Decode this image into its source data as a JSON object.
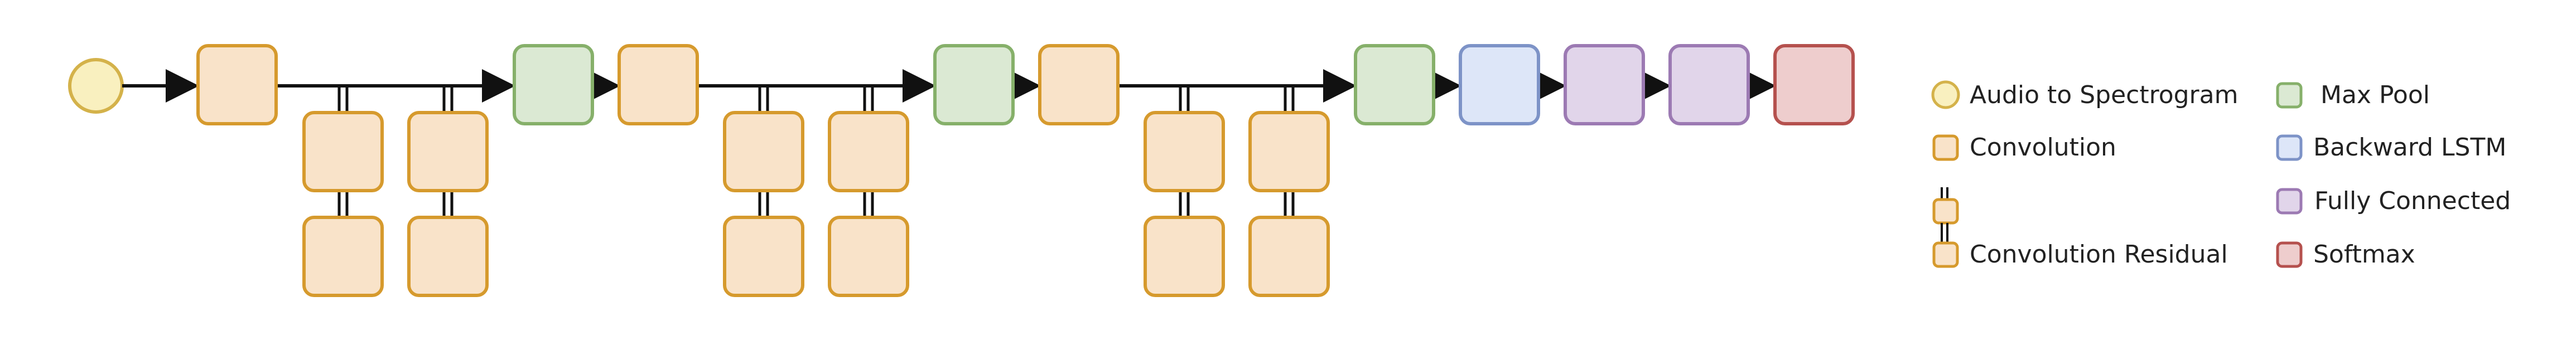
{
  "colors": {
    "audio": {
      "fill": "#f9f0bf",
      "stroke": "#d4b24a"
    },
    "convolution": {
      "fill": "#f9e3c9",
      "stroke": "#d69a2d"
    },
    "max_pool": {
      "fill": "#dbe9d3",
      "stroke": "#86b06a"
    },
    "backward_lstm": {
      "fill": "#dde6f8",
      "stroke": "#7d93c7"
    },
    "fully_connected": {
      "fill": "#e1d5ea",
      "stroke": "#9c7ab3"
    },
    "softmax": {
      "fill": "#eecdcd",
      "stroke": "#b5514e"
    },
    "line": "#111111"
  },
  "legend": {
    "audio_label": "Audio to Spectrogram",
    "convolution_label": "Convolution",
    "convolution_residual_label": "Convolution Residual",
    "max_pool_label": "Max Pool",
    "backward_lstm_label": "Backward LSTM",
    "fully_connected_label": "Fully Connected",
    "softmax_label": "Softmax"
  },
  "pipeline": [
    "audio",
    "convolution",
    "max_pool",
    "convolution",
    "max_pool",
    "convolution",
    "max_pool",
    "backward_lstm",
    "fully_connected",
    "fully_connected",
    "softmax"
  ],
  "residual_stages": 3,
  "residual_branches_per_stage": 2,
  "residual_depth": 2
}
